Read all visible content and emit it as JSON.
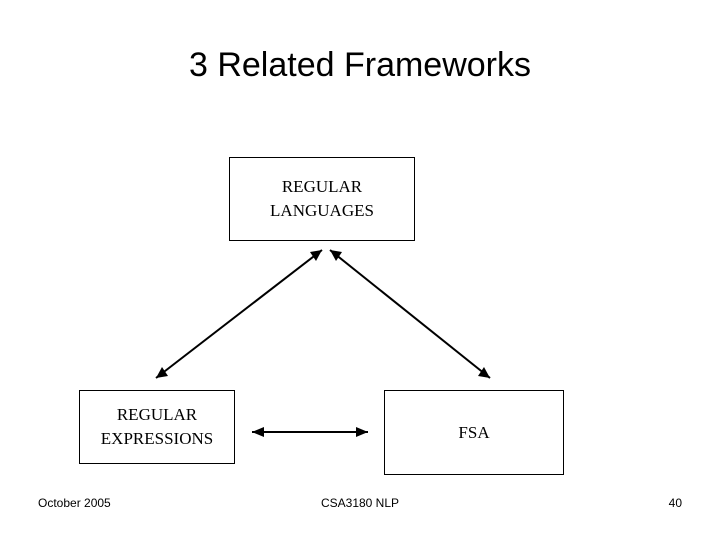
{
  "slide": {
    "title": "3 Related Frameworks",
    "nodes": [
      {
        "id": "regular-languages",
        "label": "REGULAR\nLANGUAGES"
      },
      {
        "id": "regular-expressions",
        "label": "REGULAR\nEXPRESSIONS"
      },
      {
        "id": "fsa",
        "label": "FSA"
      }
    ],
    "connectors": [
      {
        "id": "re-to-rl",
        "from": "regular-expressions",
        "to": "regular-languages",
        "style": "double-arrow"
      },
      {
        "id": "rl-to-fsa",
        "from": "regular-languages",
        "to": "fsa",
        "style": "double-arrow"
      },
      {
        "id": "re-to-fsa",
        "from": "regular-expressions",
        "to": "fsa",
        "style": "double-arrow"
      }
    ],
    "footer": {
      "date": "October 2005",
      "center": "CSA3180 NLP",
      "page": "40"
    },
    "colors": {
      "stroke": "#000000",
      "background": "#ffffff",
      "text": "#000000"
    }
  }
}
